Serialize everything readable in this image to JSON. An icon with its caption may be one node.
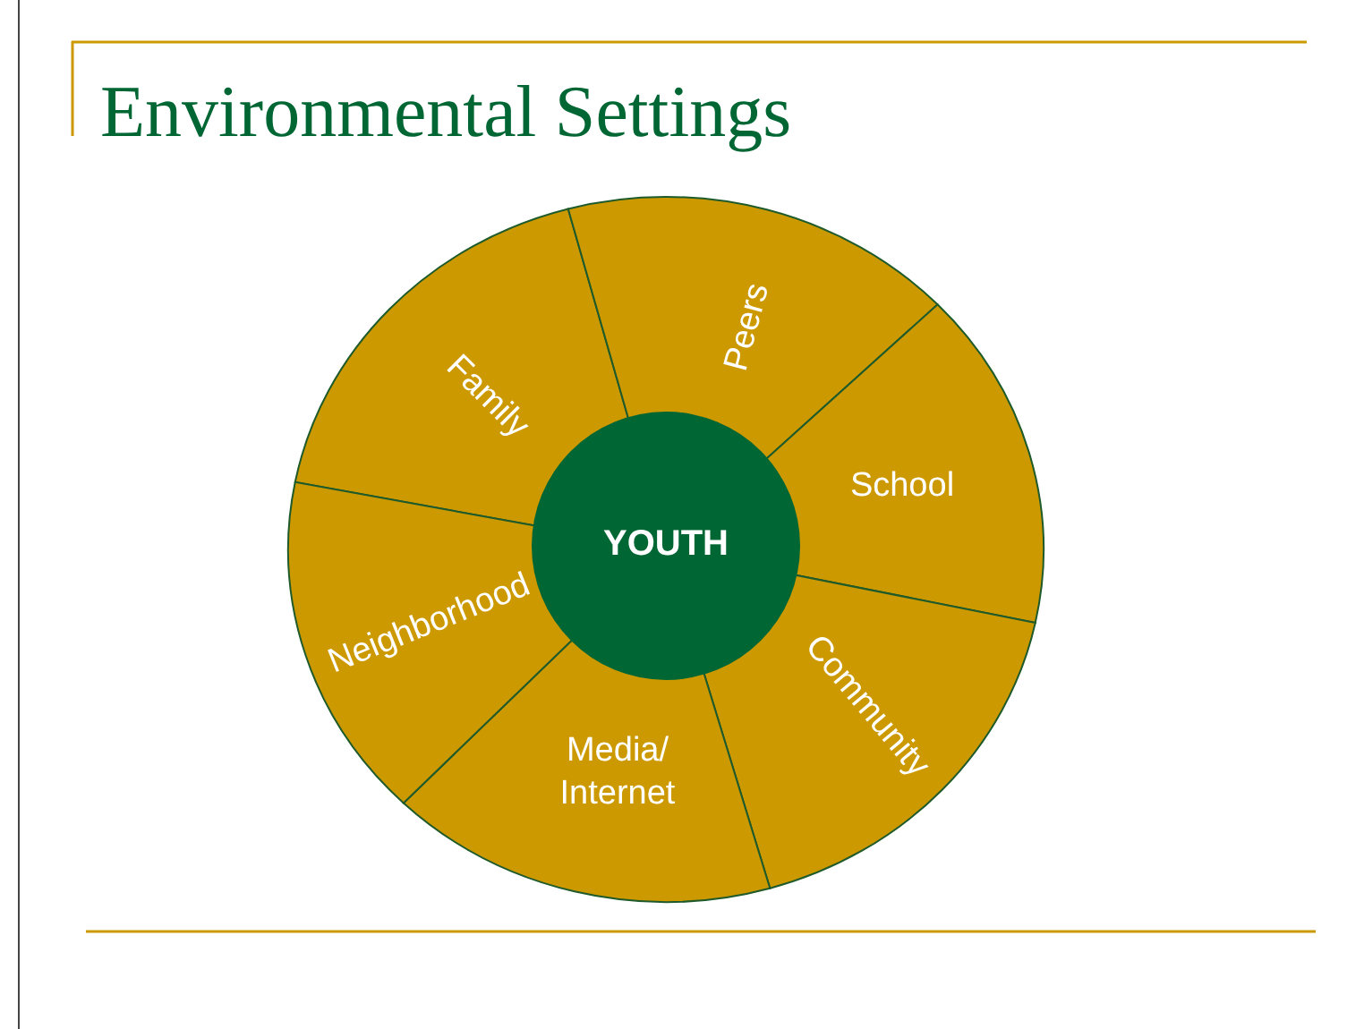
{
  "diagram": {
    "title": "Environmental Settings",
    "nodes": [
      {
        "text": [
          "YOUTH"
        ]
      },
      {
        "text": [
          "Family"
        ]
      },
      {
        "text": [
          "Peers"
        ]
      },
      {
        "text": [
          "School"
        ]
      },
      {
        "text": [
          "Community"
        ]
      },
      {
        "text": [
          "Media/ Internet"
        ]
      },
      {
        "text": [
          "Neighborhood"
        ]
      }
    ]
  }
}
